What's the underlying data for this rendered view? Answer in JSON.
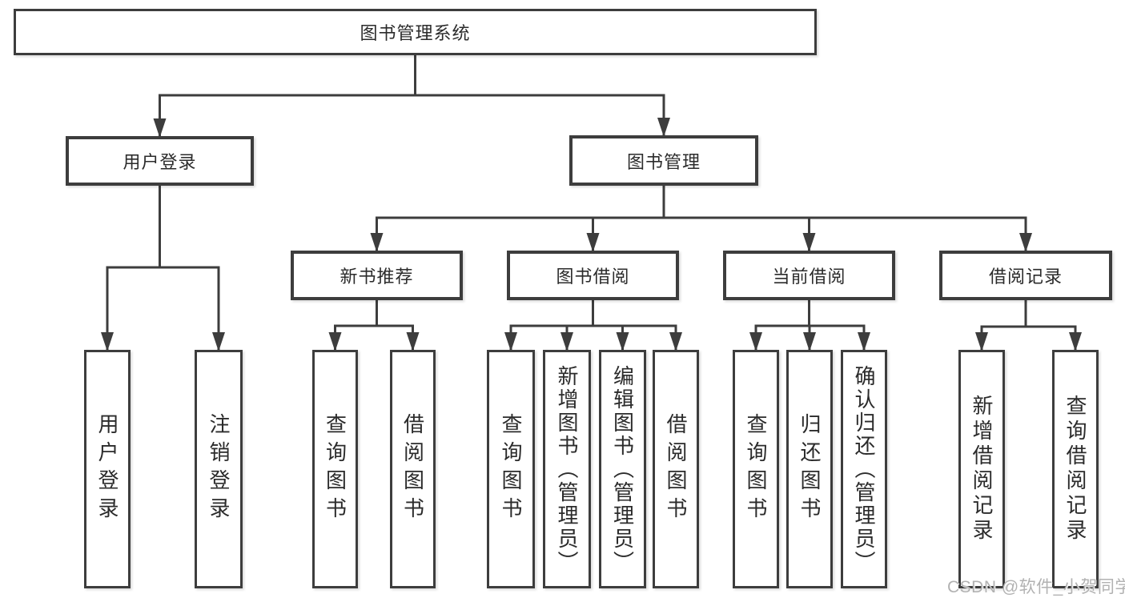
{
  "diagram": {
    "root": {
      "label": "图书管理系统"
    },
    "branches": [
      {
        "label": "用户登录",
        "children": [
          {
            "label": "用户登录"
          },
          {
            "label": "注销登录"
          }
        ]
      },
      {
        "label": "图书管理",
        "children": [
          {
            "label": "新书推荐",
            "children": [
              {
                "label": "查询图书"
              },
              {
                "label": "借阅图书"
              }
            ]
          },
          {
            "label": "图书借阅",
            "children": [
              {
                "label": "查询图书"
              },
              {
                "label": "新增图书（管理员）"
              },
              {
                "label": "编辑图书（管理员）"
              },
              {
                "label": "借阅图书"
              }
            ]
          },
          {
            "label": "当前借阅",
            "children": [
              {
                "label": "查询图书"
              },
              {
                "label": "归还图书"
              },
              {
                "label": "确认归还（管理员）"
              }
            ]
          },
          {
            "label": "借阅记录",
            "children": [
              {
                "label": "新增借阅记录"
              },
              {
                "label": "查询借阅记录"
              }
            ]
          }
        ]
      }
    ],
    "watermark": "CSDN @软件_小贺同学",
    "colors": {
      "line": "#3d3d3d",
      "text": "#2b2b2b",
      "background": "#ffffff",
      "watermark": "#b2b2b2"
    }
  }
}
